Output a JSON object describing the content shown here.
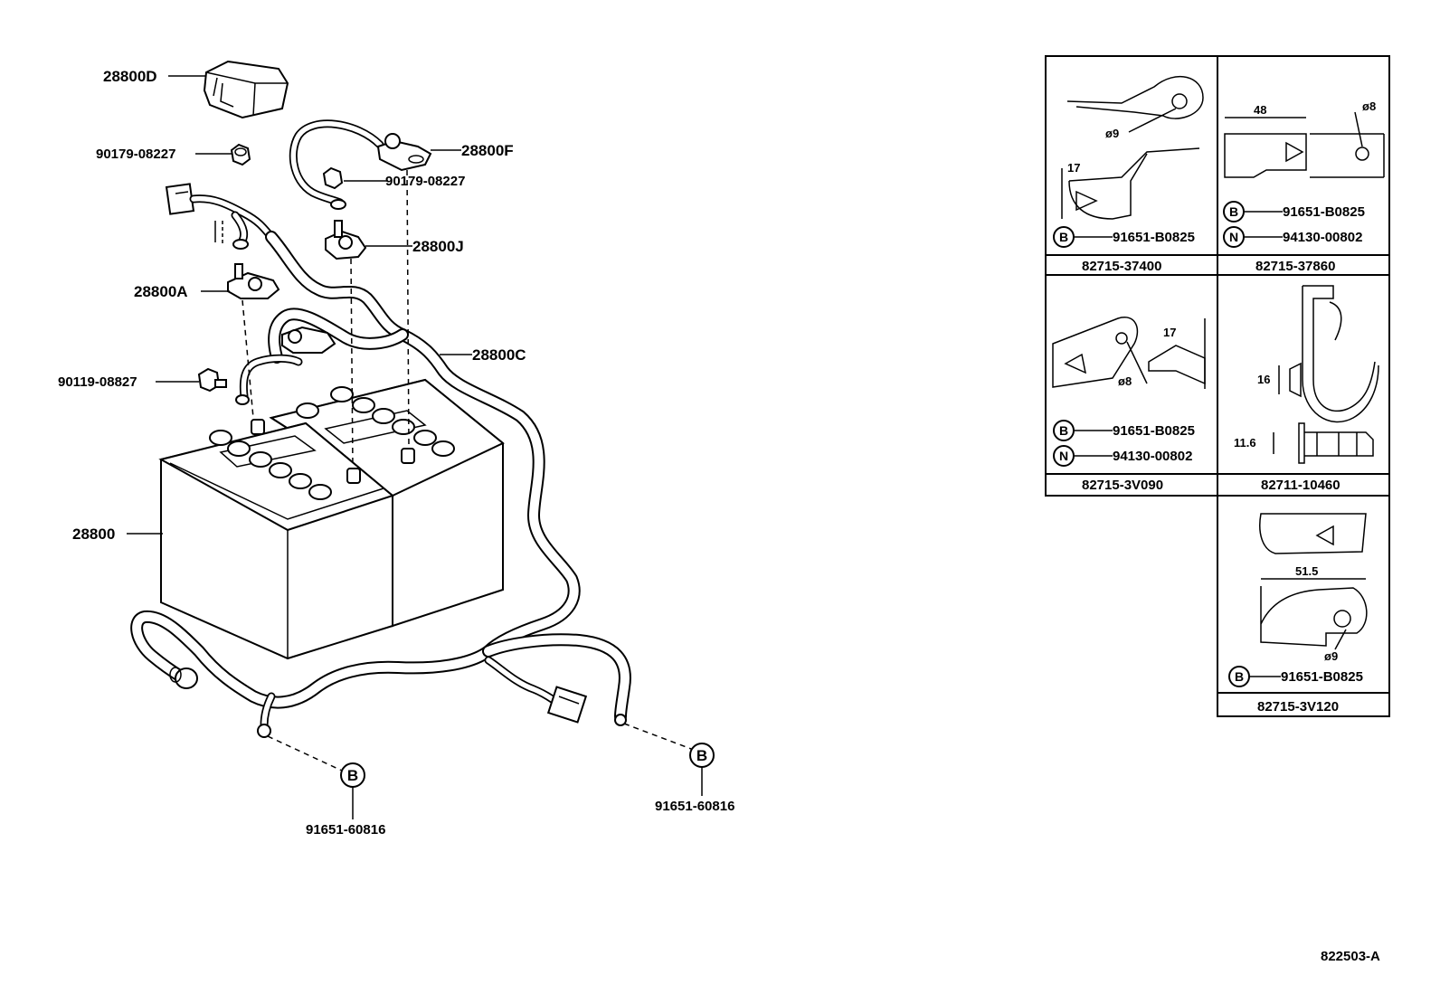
{
  "diagram": {
    "main_labels": {
      "p28800D": "28800D",
      "p90179_a": "90179-08227",
      "p28800F": "28800F",
      "p90179_b": "90179-08227",
      "p28800J": "28800J",
      "p28800A": "28800A",
      "p28800C": "28800C",
      "p90119": "90119-08827",
      "p28800": "28800",
      "ref_b_left_letter": "B",
      "ref_b_left_part": "91651-60816",
      "ref_b_right_letter": "B",
      "ref_b_right_part": "91651-60816"
    },
    "detail_panels": [
      {
        "caption": "82715-37400",
        "dims": [
          "ø9",
          "17"
        ],
        "refs": [
          {
            "letter": "B",
            "part": "91651-B0825"
          }
        ]
      },
      {
        "caption": "82715-37860",
        "dims": [
          "48",
          "ø8"
        ],
        "refs": [
          {
            "letter": "B",
            "part": "91651-B0825"
          },
          {
            "letter": "N",
            "part": "94130-00802"
          }
        ]
      },
      {
        "caption": "82715-3V090",
        "dims": [
          "17",
          "ø8"
        ],
        "refs": [
          {
            "letter": "B",
            "part": "91651-B0825"
          },
          {
            "letter": "N",
            "part": "94130-00802"
          }
        ]
      },
      {
        "caption": "82711-10460",
        "dims": [
          "16",
          "11.6"
        ],
        "refs": []
      },
      {
        "caption": "82715-3V120",
        "dims": [
          "51.5",
          "ø9"
        ],
        "refs": [
          {
            "letter": "B",
            "part": "91651-B0825"
          }
        ]
      }
    ],
    "figure_code": "822503-A"
  }
}
